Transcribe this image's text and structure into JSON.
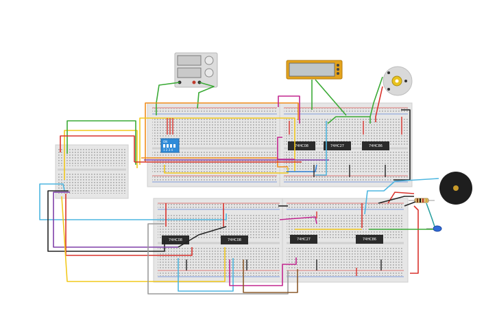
{
  "chips": [
    {
      "label": "74HC08"
    },
    {
      "label": "74HC27"
    },
    {
      "label": "74HC86"
    },
    {
      "label": "74HC08"
    },
    {
      "label": "74HC08"
    },
    {
      "label": "74HC27"
    },
    {
      "label": "74HC86"
    }
  ],
  "dip_switch": {
    "label": "ON",
    "numbers": "1 2 3 4"
  },
  "colors": {
    "board": "#e6e6e6",
    "board_edge": "#cfcfcf",
    "chip": "#2b2b2b",
    "dip": "#2f8bd8",
    "multimeter": "#e3a31c",
    "buzzer": "#1e1e1e",
    "motor": "#d9d9d9",
    "led": "#2f6bd8",
    "power_supply": "#dcdcdc"
  }
}
